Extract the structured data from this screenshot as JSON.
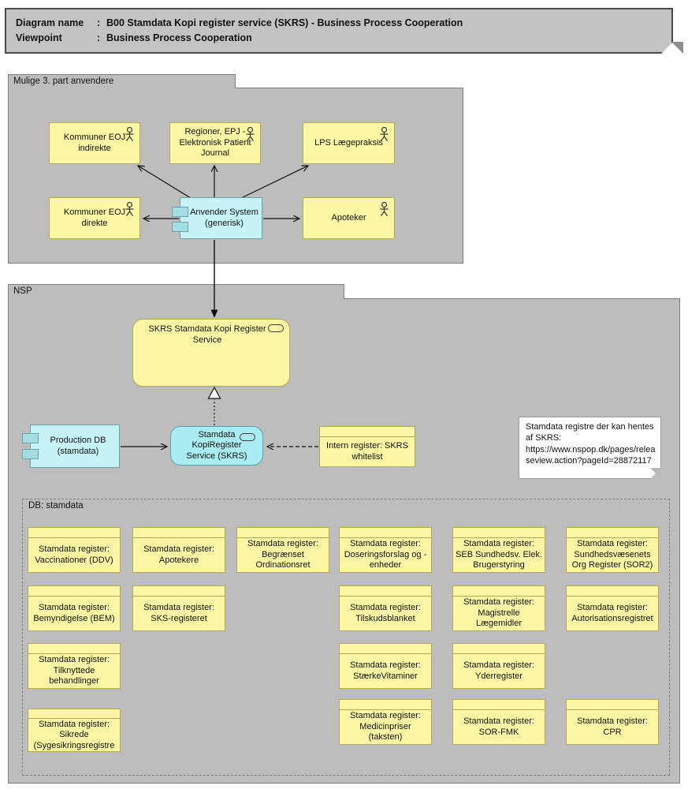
{
  "title": {
    "rows": [
      {
        "label": "Diagram name",
        "sep": ":",
        "value": "B00 Stamdata Kopi register service (SKRS) - Business Process Cooperation"
      },
      {
        "label": "Viewpoint",
        "sep": ":",
        "value": "Business Process Cooperation"
      }
    ]
  },
  "groups": {
    "third_party": {
      "label": "Mulige 3. part anvendere"
    },
    "nsp": {
      "label": "NSP"
    },
    "db": {
      "label": "DB: stamdata"
    }
  },
  "actors": [
    {
      "label": "Kommuner EOJ indirekte"
    },
    {
      "label": "Regioner, EPJ - Elektronisk Patient Journal"
    },
    {
      "label": "LPS Lægepraksis"
    },
    {
      "label": "Kommuner EOJ direkte"
    },
    {
      "label": "Apoteker"
    }
  ],
  "components": {
    "anvender": {
      "label": "Anvender System (generisk)"
    },
    "production_db": {
      "label": "Production DB (stamdata)"
    }
  },
  "services": {
    "main": {
      "label": "SKRS Stamdata Kopi Register Service"
    },
    "skrs": {
      "label": "Stamdata KopiRegister Service (SKRS)"
    }
  },
  "business_objects": {
    "whitelist": {
      "label": "Intern register: SKRS whitelist"
    }
  },
  "note": {
    "text": "Stamdata registre der kan hentes af SKRS: https://www.nspop.dk/pages/releaseview.action?pageId=28872117"
  },
  "registers": [
    {
      "label": "Stamdata register: Vaccinationer (DDV)"
    },
    {
      "label": "Stamdata register: Apotekere"
    },
    {
      "label": "Stamdata register: Begrænset Ordinationsret"
    },
    {
      "label": "Stamdata register: Doseringsforslag og -enheder"
    },
    {
      "label": "Stamdata register: SEB Sundhedsv. Elek. Brugerstyring"
    },
    {
      "label": "Stamdata register: Sundhedsvæsenets Org Register (SOR2)"
    },
    {
      "label": "Stamdata register: Bemyndigelse (BEM)"
    },
    {
      "label": "Stamdata register: SKS-registeret"
    },
    {
      "label": "Stamdata register: Tilskudsblanket"
    },
    {
      "label": "Stamdata register: Magistrelle Lægemidler"
    },
    {
      "label": "Stamdata register: Autorisationsregistret"
    },
    {
      "label": "Stamdata register: Tilknyttede behandlinger"
    },
    {
      "label": "Stamdata register: StærkeVitaminer"
    },
    {
      "label": "Stamdata register: Yderregister"
    },
    {
      "label": "Stamdata register: Sikrede (Sygesikringsregistre"
    },
    {
      "label": "Stamdata register: Medicinpriser (taksten)"
    },
    {
      "label": "Stamdata register: SOR-FMK"
    },
    {
      "label": "Stamdata register: CPR"
    }
  ],
  "colors": {
    "element_yellow": "#FBF6A4",
    "element_yellow_border": "#B3AB52",
    "element_cyan": "#C6F3F6",
    "element_cyan_dark": "#A9ECF1",
    "group_gray": "#BDBDBD",
    "title_gray": "#C3C3C3"
  }
}
